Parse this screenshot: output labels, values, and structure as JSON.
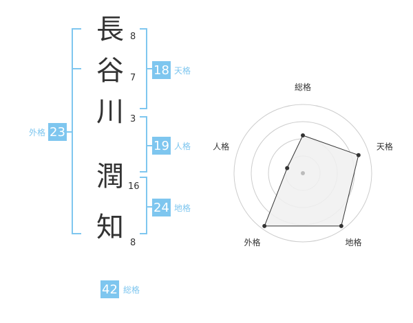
{
  "name": {
    "characters": [
      {
        "char": "長",
        "strokes": "8"
      },
      {
        "char": "谷",
        "strokes": "7"
      },
      {
        "char": "川",
        "strokes": "3"
      },
      {
        "char": "潤",
        "strokes": "16"
      },
      {
        "char": "知",
        "strokes": "8"
      }
    ]
  },
  "fortunes": {
    "tenkaku": {
      "value": "18",
      "label": "天格"
    },
    "jinkaku": {
      "value": "19",
      "label": "人格"
    },
    "chikaku": {
      "value": "24",
      "label": "地格"
    },
    "gaikaku": {
      "value": "23",
      "label": "外格"
    },
    "soukaku": {
      "value": "42",
      "label": "総格"
    }
  },
  "colors": {
    "bracket": "#7ec6ef",
    "badge_bg": "#7ec6ef",
    "badge_label": "#7ec6ef",
    "text": "#333333",
    "radar_ring": "#cccccc",
    "radar_fill": "#f0f0f0",
    "radar_line": "#333333",
    "center_dot": "#bbbbbb"
  },
  "chart_data": {
    "type": "radar",
    "axes": [
      "総格",
      "天格",
      "地格",
      "外格",
      "人格"
    ],
    "values": [
      0.55,
      0.85,
      0.95,
      0.95,
      0.24
    ],
    "range": [
      0,
      1
    ],
    "rings": 4
  }
}
